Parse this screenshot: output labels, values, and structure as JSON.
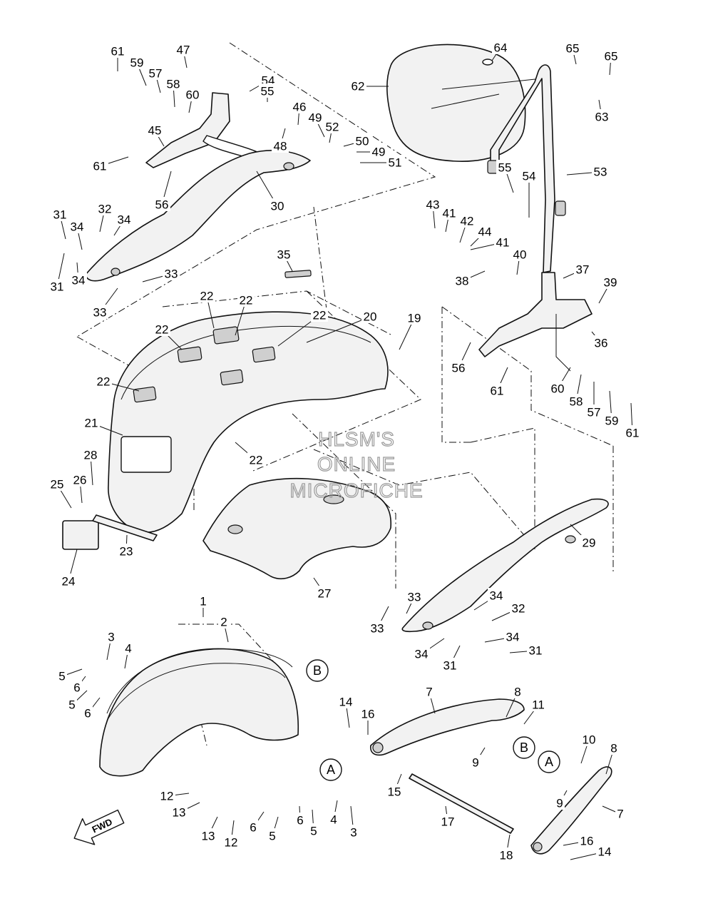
{
  "watermark": [
    "HLSM'S",
    "ONLINE",
    "MICROFICHE"
  ],
  "direction_label": "FWD",
  "ref_letters": {
    "A": "A",
    "B": "B"
  },
  "callouts": [
    {
      "n": "61"
    },
    {
      "n": "59"
    },
    {
      "n": "57"
    },
    {
      "n": "58"
    },
    {
      "n": "60"
    },
    {
      "n": "47"
    },
    {
      "n": "54"
    },
    {
      "n": "55"
    },
    {
      "n": "46"
    },
    {
      "n": "49"
    },
    {
      "n": "52"
    },
    {
      "n": "48"
    },
    {
      "n": "50"
    },
    {
      "n": "49"
    },
    {
      "n": "51"
    },
    {
      "n": "45"
    },
    {
      "n": "61"
    },
    {
      "n": "56"
    },
    {
      "n": "30"
    },
    {
      "n": "31"
    },
    {
      "n": "32"
    },
    {
      "n": "34"
    },
    {
      "n": "34"
    },
    {
      "n": "31"
    },
    {
      "n": "34"
    },
    {
      "n": "33"
    },
    {
      "n": "33"
    },
    {
      "n": "35"
    },
    {
      "n": "22"
    },
    {
      "n": "22"
    },
    {
      "n": "22"
    },
    {
      "n": "22"
    },
    {
      "n": "20"
    },
    {
      "n": "19"
    },
    {
      "n": "22"
    },
    {
      "n": "21"
    },
    {
      "n": "22"
    },
    {
      "n": "28"
    },
    {
      "n": "25"
    },
    {
      "n": "26"
    },
    {
      "n": "24"
    },
    {
      "n": "23"
    },
    {
      "n": "27"
    },
    {
      "n": "64"
    },
    {
      "n": "65"
    },
    {
      "n": "65"
    },
    {
      "n": "62"
    },
    {
      "n": "63"
    },
    {
      "n": "53"
    },
    {
      "n": "43"
    },
    {
      "n": "41"
    },
    {
      "n": "55"
    },
    {
      "n": "54"
    },
    {
      "n": "42"
    },
    {
      "n": "44"
    },
    {
      "n": "41"
    },
    {
      "n": "40"
    },
    {
      "n": "38"
    },
    {
      "n": "37"
    },
    {
      "n": "39"
    },
    {
      "n": "36"
    },
    {
      "n": "56"
    },
    {
      "n": "61"
    },
    {
      "n": "60"
    },
    {
      "n": "58"
    },
    {
      "n": "57"
    },
    {
      "n": "59"
    },
    {
      "n": "61"
    },
    {
      "n": "29"
    },
    {
      "n": "33"
    },
    {
      "n": "33"
    },
    {
      "n": "34"
    },
    {
      "n": "32"
    },
    {
      "n": "34"
    },
    {
      "n": "34"
    },
    {
      "n": "31"
    },
    {
      "n": "31"
    },
    {
      "n": "1"
    },
    {
      "n": "2"
    },
    {
      "n": "3"
    },
    {
      "n": "4"
    },
    {
      "n": "5"
    },
    {
      "n": "6"
    },
    {
      "n": "5"
    },
    {
      "n": "6"
    },
    {
      "n": "12"
    },
    {
      "n": "13"
    },
    {
      "n": "13"
    },
    {
      "n": "12"
    },
    {
      "n": "6"
    },
    {
      "n": "5"
    },
    {
      "n": "6"
    },
    {
      "n": "5"
    },
    {
      "n": "4"
    },
    {
      "n": "3"
    },
    {
      "n": "14"
    },
    {
      "n": "16"
    },
    {
      "n": "7"
    },
    {
      "n": "8"
    },
    {
      "n": "11"
    },
    {
      "n": "9"
    },
    {
      "n": "15"
    },
    {
      "n": "17"
    },
    {
      "n": "10"
    },
    {
      "n": "8"
    },
    {
      "n": "9"
    },
    {
      "n": "7"
    },
    {
      "n": "18"
    },
    {
      "n": "16"
    },
    {
      "n": "14"
    }
  ]
}
